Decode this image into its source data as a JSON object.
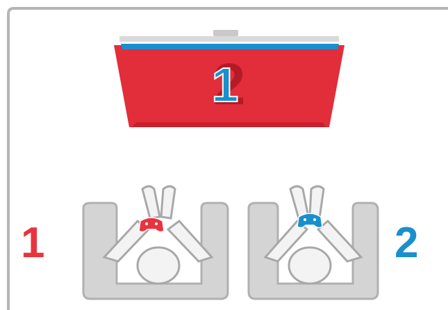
{
  "tv": {
    "screen_digit_front": "1",
    "screen_digit_back": "2"
  },
  "players": [
    {
      "number": "1",
      "color": "#e8343e",
      "controller_icon": "gamepad-icon"
    },
    {
      "number": "2",
      "color": "#1a8fce",
      "controller_icon": "gamepad-icon"
    }
  ],
  "colors": {
    "tv_red": "#e22d3a",
    "tv_blue": "#1a8fce",
    "frame_border": "#b5b5b5",
    "chair_fill": "#d4d4d4",
    "chair_stroke": "#b0b0b0"
  }
}
